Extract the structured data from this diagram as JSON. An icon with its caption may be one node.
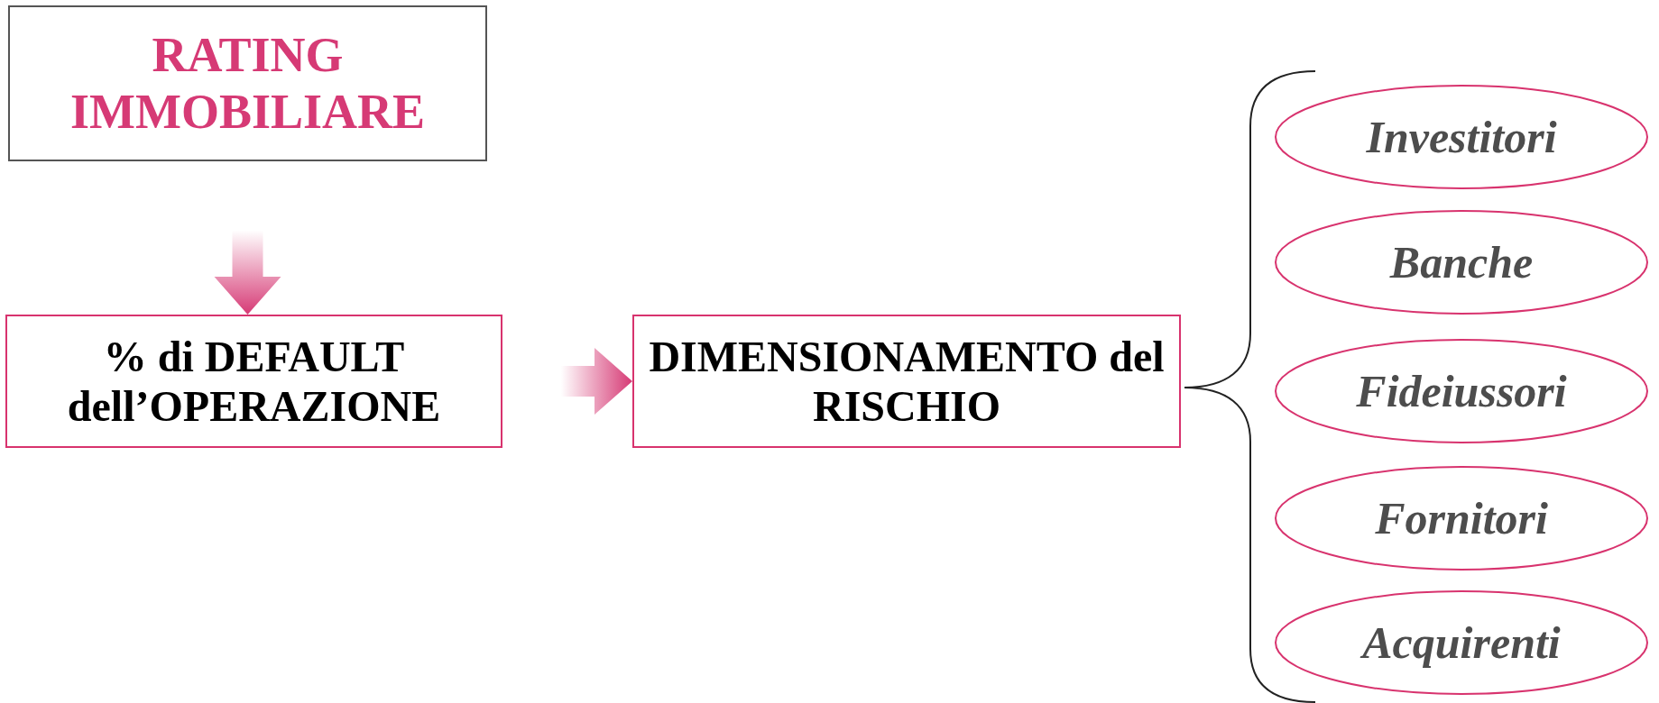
{
  "diagram": {
    "nodes": [
      {
        "text": [
          "RATING IMMOBILIARE"
        ]
      },
      {
        "text": [
          "% di DEFAULT dell’OPERAZIONE"
        ]
      },
      {
        "text": [
          "DIMENSIONAMENTO del RISCHIO"
        ]
      },
      {
        "text": [
          "Investitori"
        ]
      },
      {
        "text": [
          "Banche"
        ]
      },
      {
        "text": [
          "Fideiussori"
        ]
      },
      {
        "text": [
          "Fornitori"
        ]
      },
      {
        "text": [
          "Acquirenti"
        ]
      }
    ],
    "edges": [
      {
        "from": 0,
        "to": 1,
        "arrow": "to"
      },
      {
        "from": 1,
        "to": 2,
        "arrow": "to"
      }
    ]
  }
}
